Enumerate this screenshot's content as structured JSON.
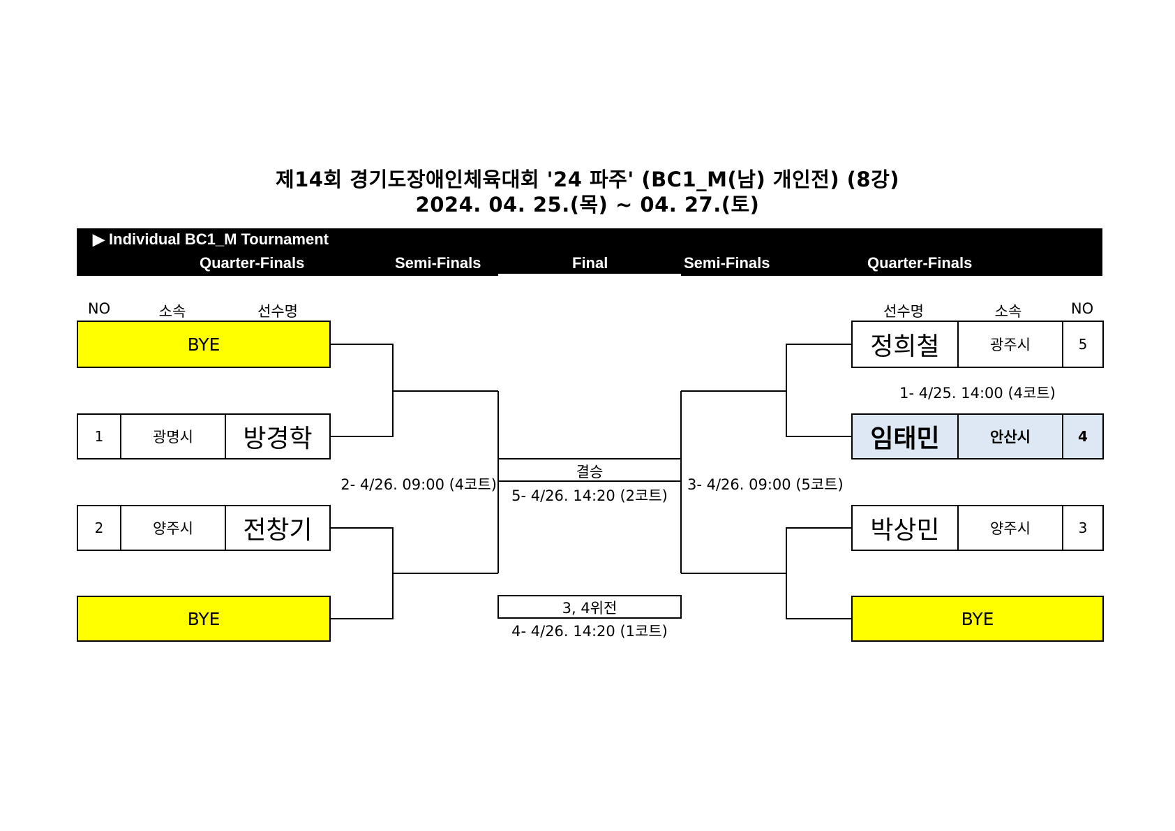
{
  "title": {
    "line1": "제14회 경기도장애인체육대회 '24 파주' (BC1_M(남) 개인전) (8강)",
    "line2": "2024. 04. 25.(목) ~ 04. 27.(토)"
  },
  "header": {
    "tournament_label": "▶ Individual BC1_M Tournament",
    "rounds": {
      "qf_left": "Quarter-Finals",
      "sf_left": "Semi-Finals",
      "final": "Final",
      "sf_right": "Semi-Finals",
      "qf_right": "Quarter-Finals"
    }
  },
  "columns": {
    "no": "NO",
    "affiliation": "소속",
    "name": "선수명"
  },
  "left_bracket": {
    "slot1": {
      "label": "BYE"
    },
    "slot2": {
      "no": "1",
      "affiliation": "광명시",
      "name": "방경학"
    },
    "slot3": {
      "no": "2",
      "affiliation": "양주시",
      "name": "전창기"
    },
    "slot4": {
      "label": "BYE"
    }
  },
  "right_bracket": {
    "slot1": {
      "name": "정희철",
      "affiliation": "광주시",
      "no": "5"
    },
    "slot2": {
      "name": "임태민",
      "affiliation": "안산시",
      "no": "4"
    },
    "slot3": {
      "name": "박상민",
      "affiliation": "양주시",
      "no": "3"
    },
    "slot4": {
      "label": "BYE"
    }
  },
  "matches": {
    "m1": "1- 4/25. 14:00 (4코트)",
    "m2": "2- 4/26. 09:00 (4코트)",
    "m3": "3- 4/26. 09:00 (5코트)",
    "final_label": "결승",
    "m5": "5- 4/26. 14:20 (2코트)",
    "third_place_label": "3, 4위전",
    "m4": "4- 4/26. 14:20 (1코트)"
  },
  "colors": {
    "bye": "#ffff00",
    "winner_highlight": "#dde8f4",
    "header_bar": "#000000"
  }
}
